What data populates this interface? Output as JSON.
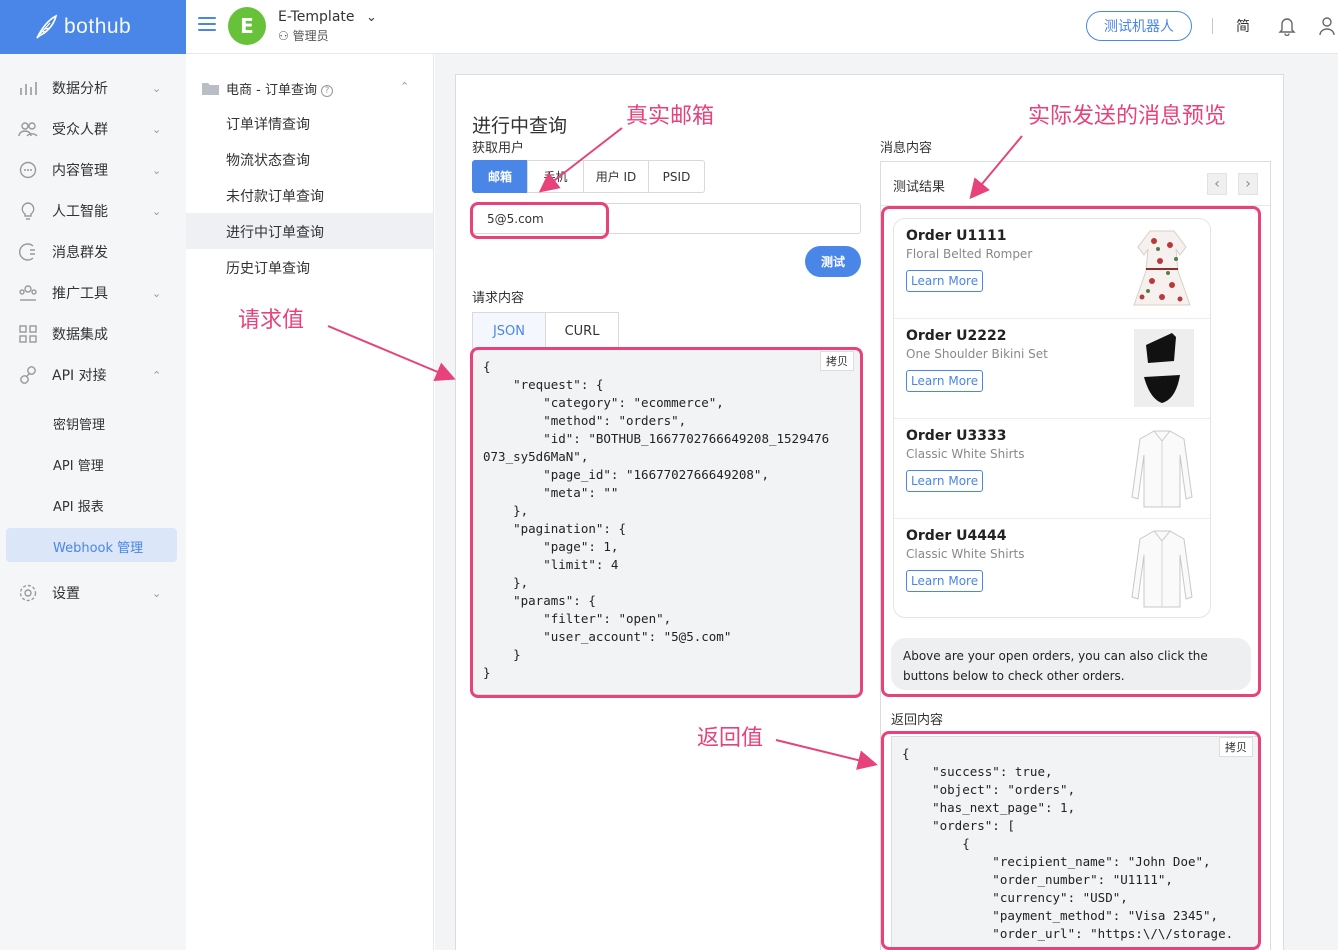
{
  "brand": "bothub",
  "workspace": {
    "name": "E-Template",
    "initial": "E",
    "role": "管理员"
  },
  "header": {
    "test_bot": "测试机器人",
    "lang": "简"
  },
  "sidebar": {
    "items": [
      {
        "label": "数据分析",
        "icon": "chart-icon"
      },
      {
        "label": "受众人群",
        "icon": "users-icon"
      },
      {
        "label": "内容管理",
        "icon": "chat-icon"
      },
      {
        "label": "人工智能",
        "icon": "bulb-icon"
      },
      {
        "label": "消息群发",
        "icon": "broadcast-icon"
      },
      {
        "label": "推广工具",
        "icon": "growth-icon"
      },
      {
        "label": "数据集成",
        "icon": "grid-icon"
      },
      {
        "label": "API 对接",
        "icon": "link-icon"
      }
    ],
    "sub_items": [
      "密钥管理",
      "API 管理",
      "API 报表",
      "Webhook 管理"
    ],
    "settings": "设置"
  },
  "subnav": {
    "title": "电商 - 订单查询",
    "items": [
      "订单详情查询",
      "物流状态查询",
      "未付款订单查询",
      "进行中订单查询",
      "历史订单查询"
    ]
  },
  "main": {
    "title": "进行中查询",
    "fetch_user_label": "获取用户",
    "id_types": [
      "邮箱",
      "手机",
      "用户 ID",
      "PSID"
    ],
    "email_value": "5@5.com",
    "test_button": "测试",
    "request_label": "请求内容",
    "request_tabs": [
      "JSON",
      "CURL"
    ],
    "copy": "拷贝",
    "request_json": "{\n    \"request\": {\n        \"category\": \"ecommerce\",\n        \"method\": \"orders\",\n        \"id\": \"BOTHUB_1667702766649208_1529476\n073_sy5d6MaN\",\n        \"page_id\": \"1667702766649208\",\n        \"meta\": \"\"\n    },\n    \"pagination\": {\n        \"page\": 1,\n        \"limit\": 4\n    },\n    \"params\": {\n        \"filter\": \"open\",\n        \"user_account\": \"5@5.com\"\n    }\n}",
    "message_label": "消息内容",
    "preview_title": "测试结果",
    "orders": [
      {
        "order": "Order U1111",
        "desc": "Floral Belted Romper",
        "button": "Learn More",
        "image": "floral-romper"
      },
      {
        "order": "Order U2222",
        "desc": "One Shoulder Bikini Set",
        "button": "Learn More",
        "image": "bikini-set"
      },
      {
        "order": "Order U3333",
        "desc": "Classic White Shirts",
        "button": "Learn More",
        "image": "white-shirt"
      },
      {
        "order": "Order U4444",
        "desc": "Classic White Shirts",
        "button": "Learn More",
        "image": "white-shirt"
      }
    ],
    "bubble_text": "Above are your open orders, you can also click the buttons below to check other orders.",
    "response_label": "返回内容",
    "response_json": "{\n    \"success\": true,\n    \"object\": \"orders\",\n    \"has_next_page\": 1,\n    \"orders\": [\n        {\n            \"recipient_name\": \"John Doe\",\n            \"order_number\": \"U1111\",\n            \"currency\": \"USD\",\n            \"payment_method\": \"Visa 2345\",\n            \"order_url\": \"https:\\/\\/storage."
  },
  "annotations": {
    "real_email": "真实邮箱",
    "preview": "实际发送的消息预览",
    "request_value": "请求值",
    "response_value": "返回值"
  },
  "colors": {
    "brand": "#4a86e8",
    "accent": "#e8427a",
    "avatar": "#67c23a"
  }
}
